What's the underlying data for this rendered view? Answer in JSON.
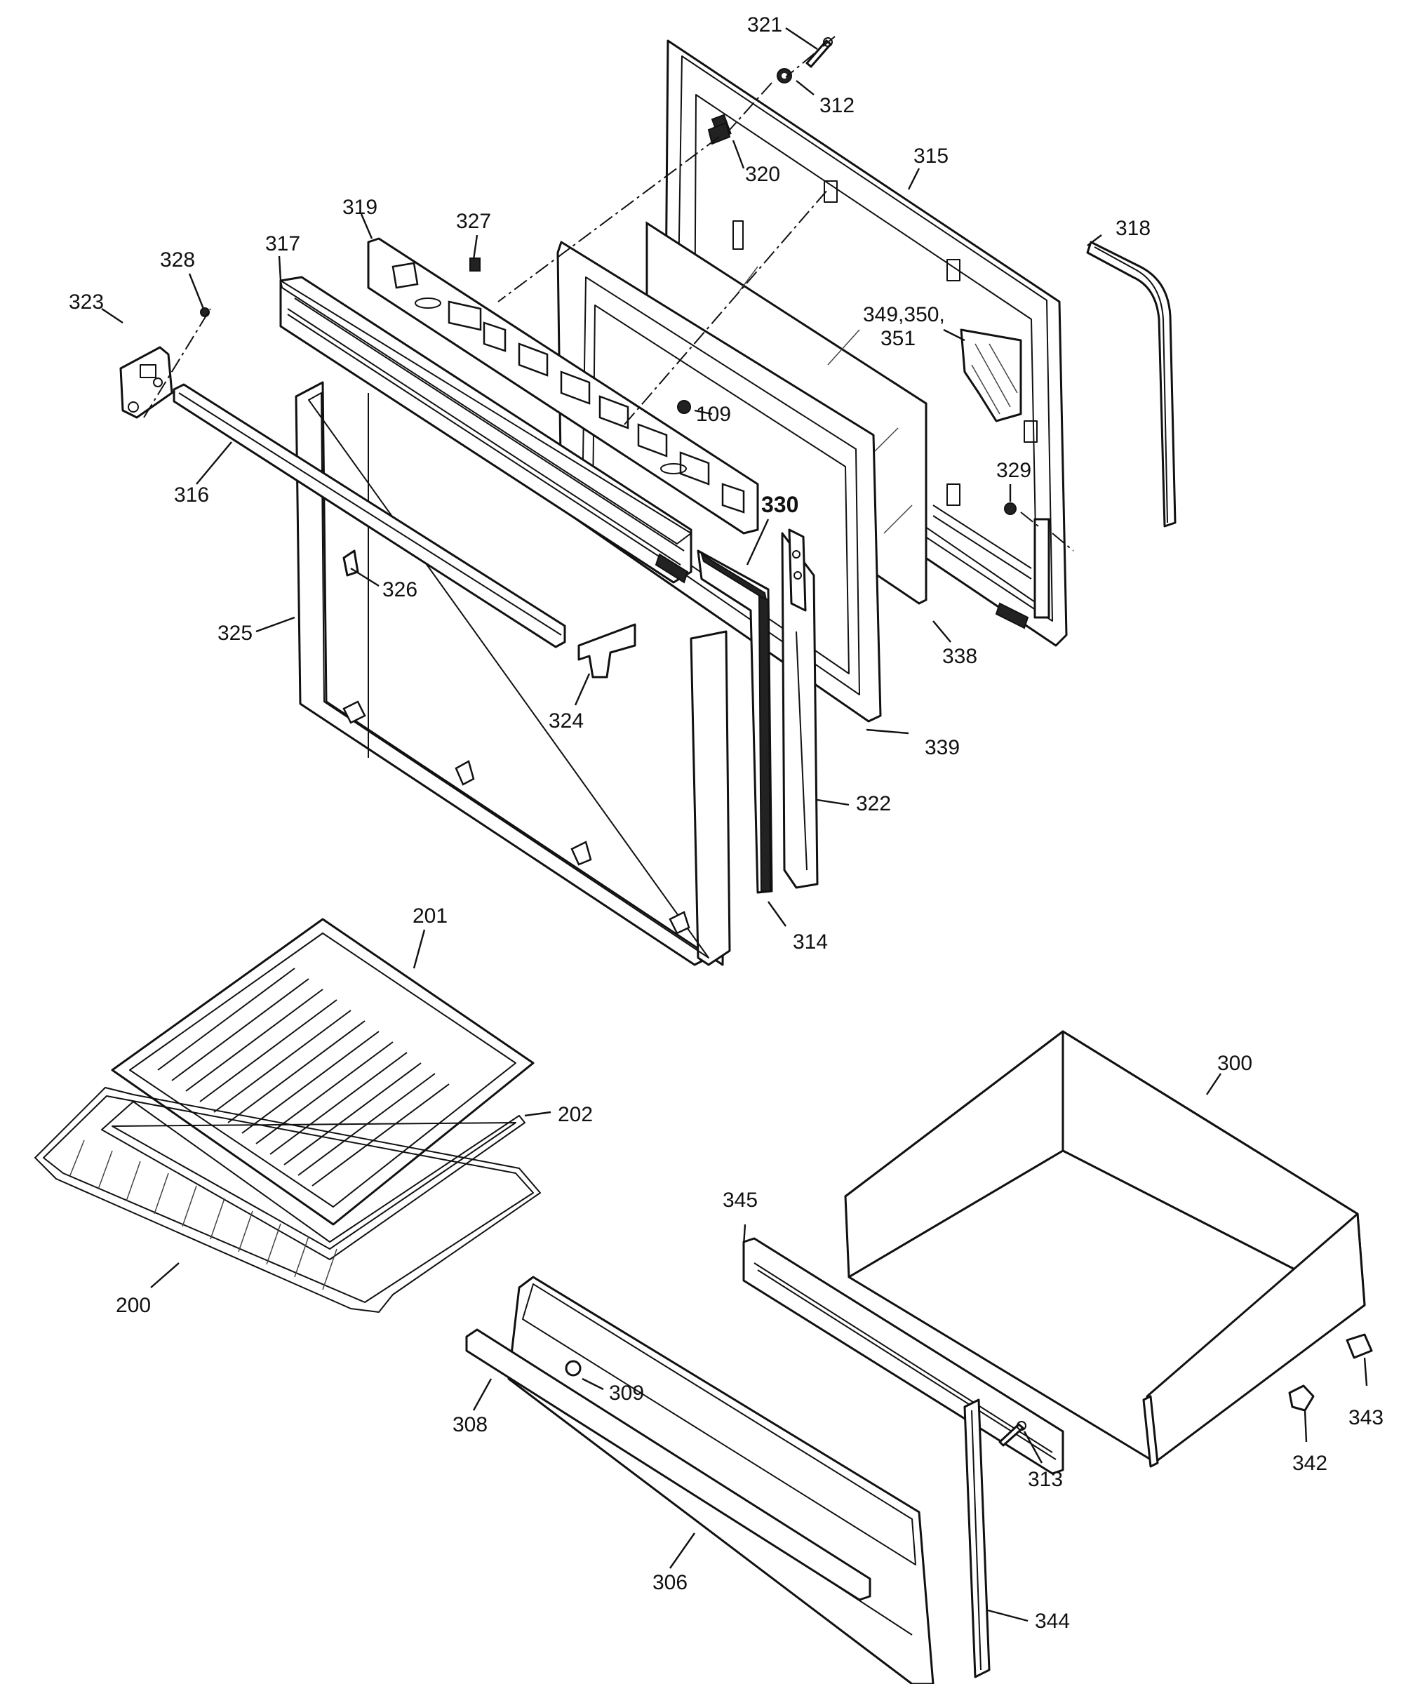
{
  "callouts": {
    "c321": "321",
    "c312": "312",
    "c320": "320",
    "c315": "315",
    "c318": "318",
    "c319": "319",
    "c327": "327",
    "c317": "317",
    "c328": "328",
    "c323": "323",
    "c349_350": "349,350,",
    "c351": "351",
    "c109": "109",
    "c316": "316",
    "c330": "330",
    "c329": "329",
    "c326": "326",
    "c325": "325",
    "c324": "324",
    "c338": "338",
    "c339": "339",
    "c322": "322",
    "c314": "314",
    "c201": "201",
    "c202": "202",
    "c200": "200",
    "c300": "300",
    "c345": "345",
    "c309": "309",
    "c308": "308",
    "c306": "306",
    "c313": "313",
    "c344": "344",
    "c342": "342",
    "c343": "343"
  }
}
